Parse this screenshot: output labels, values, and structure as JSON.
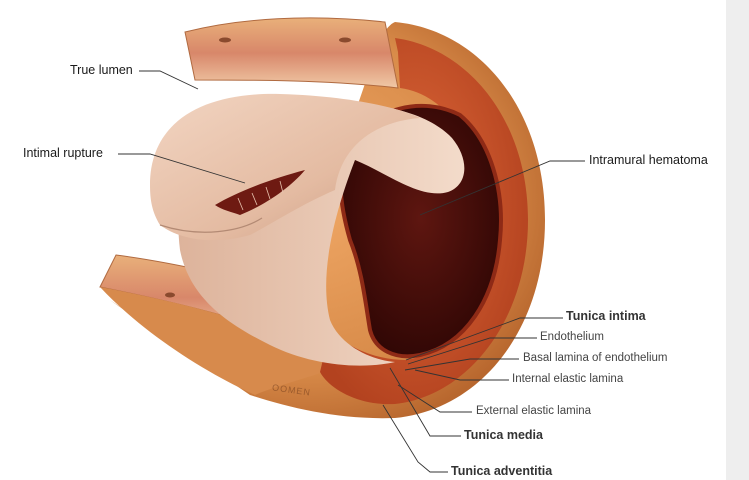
{
  "labels": {
    "true_lumen": "True lumen",
    "intimal_rupture": "Intimal rupture",
    "intramural_hematoma": "Intramural hematoma",
    "tunica_intima": "Tunica intima",
    "endothelium": "Endothelium",
    "basal_lamina": "Basal lamina of endothelium",
    "internal_elastic_lamina": "Internal elastic lamina",
    "external_elastic_lamina": "External elastic lamina",
    "tunica_media": "Tunica media",
    "tunica_adventitia": "Tunica adventitia"
  },
  "watermark": "OOMEN",
  "colors": {
    "adventitia": "#d98c4a",
    "media": "#c7522e",
    "hematoma": "#4a0f0a",
    "intima_flap": "#ecc8b2",
    "leader": "#333333",
    "side_panel": "#eeeeee"
  }
}
